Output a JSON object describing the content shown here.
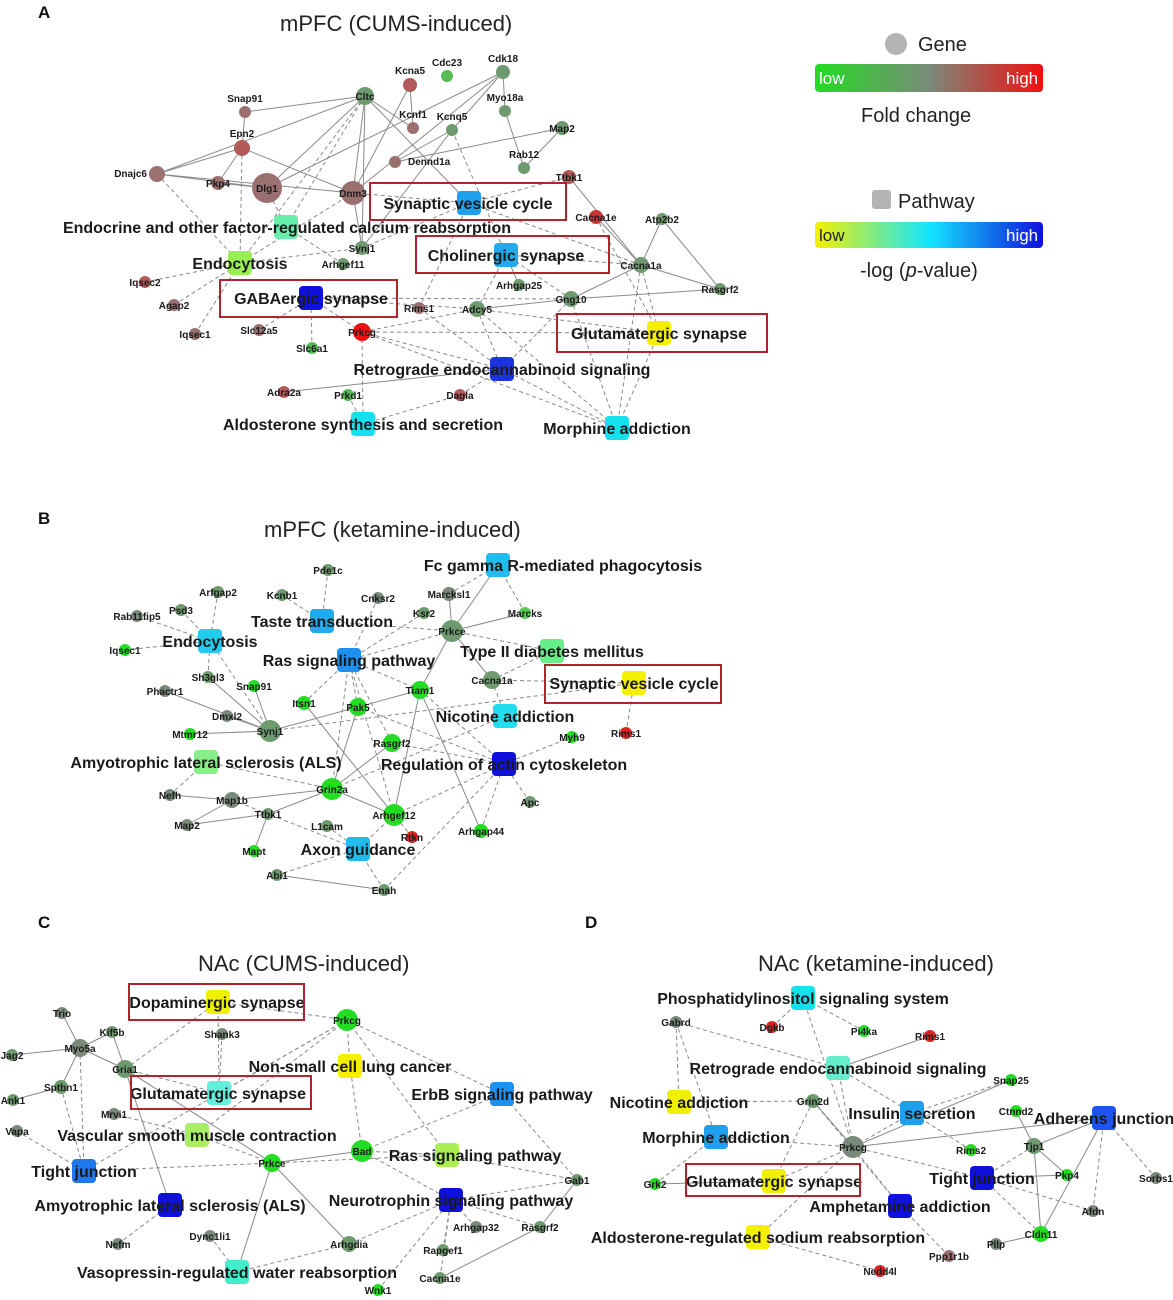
{
  "legend": {
    "gene_label": "Gene",
    "pathway_label": "Pathway",
    "gene_scale": {
      "low": "low",
      "high": "high",
      "caption": "Fold change",
      "colors": [
        "#22dd22",
        "#7a8a7a",
        "#ee1111"
      ]
    },
    "pathway_scale": {
      "low": "low",
      "high": "high",
      "caption_pre": "-log (",
      "caption_p": "p",
      "caption_post": "-value)",
      "colors": [
        "#f5f000",
        "#14e6ff",
        "#1010dd"
      ]
    }
  },
  "panels": [
    {
      "letter": "A",
      "title": "mPFC (CUMS-induced)",
      "genes": [
        {
          "id": "Cltc",
          "color": "#6f9a6f",
          "r": 9
        },
        {
          "id": "Kcna5",
          "color": "#b25a5a",
          "r": 7
        },
        {
          "id": "Cdc23",
          "color": "#55bb55",
          "r": 6
        },
        {
          "id": "Cdk18",
          "color": "#6f9a6f",
          "r": 7
        },
        {
          "id": "Snap91",
          "color": "#9a7070",
          "r": 6
        },
        {
          "id": "Kcnf1",
          "color": "#9a7070",
          "r": 6
        },
        {
          "id": "Kcnq5",
          "color": "#6f9a6f",
          "r": 6
        },
        {
          "id": "Myo18a",
          "color": "#6f9a6f",
          "r": 6
        },
        {
          "id": "Map2",
          "color": "#6f9a6f",
          "r": 7
        },
        {
          "id": "Epn2",
          "color": "#b25a5a",
          "r": 8
        },
        {
          "id": "Dennd1a",
          "color": "#9a7070",
          "r": 6
        },
        {
          "id": "Rab12",
          "color": "#6f9a6f",
          "r": 6
        },
        {
          "id": "Dnajc6",
          "color": "#9a7070",
          "r": 8
        },
        {
          "id": "Pkp4",
          "color": "#9a7070",
          "r": 7
        },
        {
          "id": "Dlg1",
          "color": "#9a7070",
          "r": 15
        },
        {
          "id": "Dnm3",
          "color": "#9a7070",
          "r": 12
        },
        {
          "id": "Ttbk1",
          "color": "#b25a5a",
          "r": 7
        },
        {
          "id": "Cacna1e",
          "color": "#cc3333",
          "r": 7
        },
        {
          "id": "Atp2b2",
          "color": "#6f9a6f",
          "r": 6
        },
        {
          "id": "Synj1",
          "color": "#6f9a6f",
          "r": 7
        },
        {
          "id": "Arhgef11",
          "color": "#6f9a6f",
          "r": 6
        },
        {
          "id": "Cacna1a",
          "color": "#6f9a6f",
          "r": 8
        },
        {
          "id": "Iqsec2",
          "color": "#b25a5a",
          "r": 6
        },
        {
          "id": "Arhgap25",
          "color": "#6f9a6f",
          "r": 6
        },
        {
          "id": "Rasgrf2",
          "color": "#6f9a6f",
          "r": 6
        },
        {
          "id": "Agap2",
          "color": "#9a7070",
          "r": 6
        },
        {
          "id": "Gng10",
          "color": "#6f9a6f",
          "r": 8
        },
        {
          "id": "Rims1",
          "color": "#9a7070",
          "r": 6
        },
        {
          "id": "Adcy5",
          "color": "#6f9a6f",
          "r": 8
        },
        {
          "id": "Iqsec1",
          "color": "#9a7070",
          "r": 6
        },
        {
          "id": "Slc12a5",
          "color": "#9a7070",
          "r": 6
        },
        {
          "id": "Prkcg",
          "color": "#ee1111",
          "r": 9
        },
        {
          "id": "Slc6a1",
          "color": "#55bb55",
          "r": 6
        },
        {
          "id": "Adra2a",
          "color": "#b25a5a",
          "r": 6
        },
        {
          "id": "Prkd1",
          "color": "#55bb55",
          "r": 6
        },
        {
          "id": "Dagla",
          "color": "#b25a5a",
          "r": 6
        }
      ],
      "pathways": [
        {
          "id": "Synaptic vesicle cycle",
          "color": "#1ea0ee",
          "highlight": true
        },
        {
          "id": "Endocrine and other factor-regulated calcium reabsorption",
          "color": "#66eeaa",
          "highlight": false
        },
        {
          "id": "Cholinergic synapse",
          "color": "#22aaee",
          "highlight": true
        },
        {
          "id": "Endocytosis",
          "color": "#99ee55",
          "highlight": false
        },
        {
          "id": "GABAergic synapse",
          "color": "#1010dd",
          "highlight": true
        },
        {
          "id": "Glutamatergic synapse",
          "color": "#f5f000",
          "highlight": true
        },
        {
          "id": "Retrograde endocannabinoid signaling",
          "color": "#1a33dd",
          "highlight": false
        },
        {
          "id": "Aldosterone synthesis and secretion",
          "color": "#14e0ee",
          "highlight": false
        },
        {
          "id": "Morphine addiction",
          "color": "#14e0ee",
          "highlight": false
        }
      ]
    },
    {
      "letter": "B",
      "title": "mPFC (ketamine-induced)",
      "genes": [
        {
          "id": "Pde1c",
          "color": "#6f9a6f",
          "r": 6
        },
        {
          "id": "Arfgap2",
          "color": "#6f9a6f",
          "r": 6
        },
        {
          "id": "Kcnb1",
          "color": "#6f9a6f",
          "r": 6
        },
        {
          "id": "Cnksr2",
          "color": "#7a8a7a",
          "r": 6
        },
        {
          "id": "Marcksl1",
          "color": "#7a8a7a",
          "r": 7
        },
        {
          "id": "Rab11fip5",
          "color": "#7a8a7a",
          "r": 6
        },
        {
          "id": "Psd3",
          "color": "#6f9a6f",
          "r": 6
        },
        {
          "id": "Ksr2",
          "color": "#6f9a6f",
          "r": 6
        },
        {
          "id": "Marcks",
          "color": "#55cc55",
          "r": 6
        },
        {
          "id": "Iqsec1",
          "color": "#22dd22",
          "r": 6
        },
        {
          "id": "Prkce",
          "color": "#6f9a6f",
          "r": 11
        },
        {
          "id": "Sh3gl3",
          "color": "#6f9a6f",
          "r": 6
        },
        {
          "id": "Snap91",
          "color": "#22dd22",
          "r": 6
        },
        {
          "id": "Cacna1a",
          "color": "#6f9a6f",
          "r": 9
        },
        {
          "id": "Phactr1",
          "color": "#7a8a7a",
          "r": 6
        },
        {
          "id": "Tiam1",
          "color": "#22dd22",
          "r": 9
        },
        {
          "id": "Dmxl2",
          "color": "#7a8a7a",
          "r": 6
        },
        {
          "id": "Itsn1",
          "color": "#22dd22",
          "r": 7
        },
        {
          "id": "Pak5",
          "color": "#22dd22",
          "r": 9
        },
        {
          "id": "Synj1",
          "color": "#6f9a6f",
          "r": 11
        },
        {
          "id": "Mtmr12",
          "color": "#22dd22",
          "r": 6
        },
        {
          "id": "Rims1",
          "color": "#dd2222",
          "r": 6
        },
        {
          "id": "Myh9",
          "color": "#22dd22",
          "r": 6
        },
        {
          "id": "Rasgrf2",
          "color": "#22dd22",
          "r": 9
        },
        {
          "id": "Nefh",
          "color": "#7a8a7a",
          "r": 6
        },
        {
          "id": "Map1b",
          "color": "#7a8a7a",
          "r": 8
        },
        {
          "id": "Grin2a",
          "color": "#22dd22",
          "r": 11
        },
        {
          "id": "Apc",
          "color": "#6f9a6f",
          "r": 6
        },
        {
          "id": "Map2",
          "color": "#7a8a7a",
          "r": 6
        },
        {
          "id": "Ttbk1",
          "color": "#6f9a6f",
          "r": 6
        },
        {
          "id": "Arhgef12",
          "color": "#22dd22",
          "r": 11
        },
        {
          "id": "Arhgap44",
          "color": "#22dd22",
          "r": 7
        },
        {
          "id": "L1cam",
          "color": "#6f9a6f",
          "r": 6
        },
        {
          "id": "Rtkn",
          "color": "#dd2222",
          "r": 6
        },
        {
          "id": "Mapt",
          "color": "#22dd22",
          "r": 6
        },
        {
          "id": "Abi1",
          "color": "#6f9a6f",
          "r": 6
        },
        {
          "id": "Enah",
          "color": "#6f9a6f",
          "r": 6
        }
      ],
      "pathways": [
        {
          "id": "Fc gamma R-mediated phagocytosis",
          "color": "#22bbee",
          "highlight": false
        },
        {
          "id": "Taste transduction",
          "color": "#22aaee",
          "highlight": false
        },
        {
          "id": "Endocytosis",
          "color": "#22ccee",
          "highlight": false
        },
        {
          "id": "Type II diabetes mellitus",
          "color": "#66ee88",
          "highlight": false
        },
        {
          "id": "Ras signaling pathway",
          "color": "#1e90ee",
          "highlight": false
        },
        {
          "id": "Synaptic vesicle cycle",
          "color": "#f5f000",
          "highlight": true
        },
        {
          "id": "Nicotine addiction",
          "color": "#22ddee",
          "highlight": false
        },
        {
          "id": "Amyotrophic lateral sclerosis (ALS)",
          "color": "#88ee88",
          "highlight": false
        },
        {
          "id": "Regulation of actin cytoskeleton",
          "color": "#1010dd",
          "highlight": false
        },
        {
          "id": "Axon guidance",
          "color": "#22bbee",
          "highlight": false
        }
      ]
    },
    {
      "letter": "C",
      "title": "NAc (CUMS-induced)",
      "genes": [
        {
          "id": "Trio",
          "color": "#7a8a7a",
          "r": 6
        },
        {
          "id": "Kif5b",
          "color": "#6f9a6f",
          "r": 6
        },
        {
          "id": "Shank3",
          "color": "#7a8a7a",
          "r": 6
        },
        {
          "id": "Prkcg",
          "color": "#22dd22",
          "r": 11
        },
        {
          "id": "Jag2",
          "color": "#6f9a6f",
          "r": 6
        },
        {
          "id": "Myo5a",
          "color": "#7a8a7a",
          "r": 9
        },
        {
          "id": "Gria1",
          "color": "#6f9a6f",
          "r": 9
        },
        {
          "id": "Sptbn1",
          "color": "#6f9a6f",
          "r": 7
        },
        {
          "id": "Ank1",
          "color": "#6f9a6f",
          "r": 6
        },
        {
          "id": "Mrvi1",
          "color": "#7a8a7a",
          "r": 6
        },
        {
          "id": "Vapa",
          "color": "#7a8a7a",
          "r": 6
        },
        {
          "id": "Bad",
          "color": "#22dd22",
          "r": 11
        },
        {
          "id": "Prkce",
          "color": "#22dd22",
          "r": 9
        },
        {
          "id": "Gab1",
          "color": "#6f9a6f",
          "r": 6
        },
        {
          "id": "Dync1li1",
          "color": "#7a8a7a",
          "r": 6
        },
        {
          "id": "Arhgap32",
          "color": "#7a8a7a",
          "r": 6
        },
        {
          "id": "Rasgrf2",
          "color": "#6f9a6f",
          "r": 6
        },
        {
          "id": "Nefm",
          "color": "#7a8a7a",
          "r": 6
        },
        {
          "id": "Arhgdia",
          "color": "#6f9a6f",
          "r": 8
        },
        {
          "id": "Rapgef1",
          "color": "#6f9a6f",
          "r": 6
        },
        {
          "id": "Cacna1e",
          "color": "#6f9a6f",
          "r": 6
        },
        {
          "id": "Wnk1",
          "color": "#22dd22",
          "r": 6
        }
      ],
      "pathways": [
        {
          "id": "Dopaminergic synapse",
          "color": "#eef000",
          "highlight": true
        },
        {
          "id": "Non-small cell lung cancer",
          "color": "#f5f000",
          "highlight": false
        },
        {
          "id": "Glutamatergic synapse",
          "color": "#66eedd",
          "highlight": true
        },
        {
          "id": "ErbB signaling pathway",
          "color": "#1e90ee",
          "highlight": false
        },
        {
          "id": "Vascular smooth muscle contraction",
          "color": "#aaee66",
          "highlight": false
        },
        {
          "id": "Ras signaling pathway",
          "color": "#aaee55",
          "highlight": false
        },
        {
          "id": "Tight junction",
          "color": "#1e77ee",
          "highlight": false
        },
        {
          "id": "Amyotrophic lateral sclerosis (ALS)",
          "color": "#1010dd",
          "highlight": false
        },
        {
          "id": "Neurotrophin signaling pathway",
          "color": "#1010dd",
          "highlight": false
        },
        {
          "id": "Vasopressin-regulated water reabsorption",
          "color": "#44eecc",
          "highlight": false
        }
      ]
    },
    {
      "letter": "D",
      "title": "NAc (ketamine-induced)",
      "genes": [
        {
          "id": "Gabrd",
          "color": "#7a8a7a",
          "r": 6
        },
        {
          "id": "Dgkb",
          "color": "#dd2222",
          "r": 6
        },
        {
          "id": "Pi4ka",
          "color": "#22dd22",
          "r": 6
        },
        {
          "id": "Rims1",
          "color": "#dd2222",
          "r": 6
        },
        {
          "id": "Snap25",
          "color": "#22dd22",
          "r": 6
        },
        {
          "id": "Grin2d",
          "color": "#6f9a6f",
          "r": 7
        },
        {
          "id": "Ctnnd2",
          "color": "#22dd22",
          "r": 6
        },
        {
          "id": "Prkcg",
          "color": "#7a8a7a",
          "r": 11
        },
        {
          "id": "Tjp1",
          "color": "#6f9a6f",
          "r": 8
        },
        {
          "id": "Rims2",
          "color": "#22dd22",
          "r": 6
        },
        {
          "id": "Pkp4",
          "color": "#22dd22",
          "r": 6
        },
        {
          "id": "Grk2",
          "color": "#22dd22",
          "r": 6
        },
        {
          "id": "Sorbs1",
          "color": "#7a8a7a",
          "r": 6
        },
        {
          "id": "Afdn",
          "color": "#7a8a7a",
          "r": 6
        },
        {
          "id": "Pllp",
          "color": "#7a8a7a",
          "r": 6
        },
        {
          "id": "Cldn11",
          "color": "#22dd22",
          "r": 8
        },
        {
          "id": "Ppp1r1b",
          "color": "#9a7070",
          "r": 6
        },
        {
          "id": "Nedd4l",
          "color": "#dd2222",
          "r": 6
        }
      ],
      "pathways": [
        {
          "id": "Phosphatidylinositol signaling system",
          "color": "#14e0ee",
          "highlight": false
        },
        {
          "id": "Retrograde endocannabinoid signaling",
          "color": "#66eecc",
          "highlight": false
        },
        {
          "id": "Nicotine addiction",
          "color": "#eef000",
          "highlight": false
        },
        {
          "id": "Insulin secretion",
          "color": "#1ea0ee",
          "highlight": false
        },
        {
          "id": "Adherens junction",
          "color": "#1e55ee",
          "highlight": false
        },
        {
          "id": "Morphine addiction",
          "color": "#1ea0ee",
          "highlight": false
        },
        {
          "id": "Tight junction",
          "color": "#1010dd",
          "highlight": false
        },
        {
          "id": "Glutamatergic synapse",
          "color": "#eef000",
          "highlight": true
        },
        {
          "id": "Amphetamine addiction",
          "color": "#1010dd",
          "highlight": false
        },
        {
          "id": "Aldosterone-regulated sodium reabsorption",
          "color": "#f5f000",
          "highlight": false
        }
      ]
    }
  ]
}
